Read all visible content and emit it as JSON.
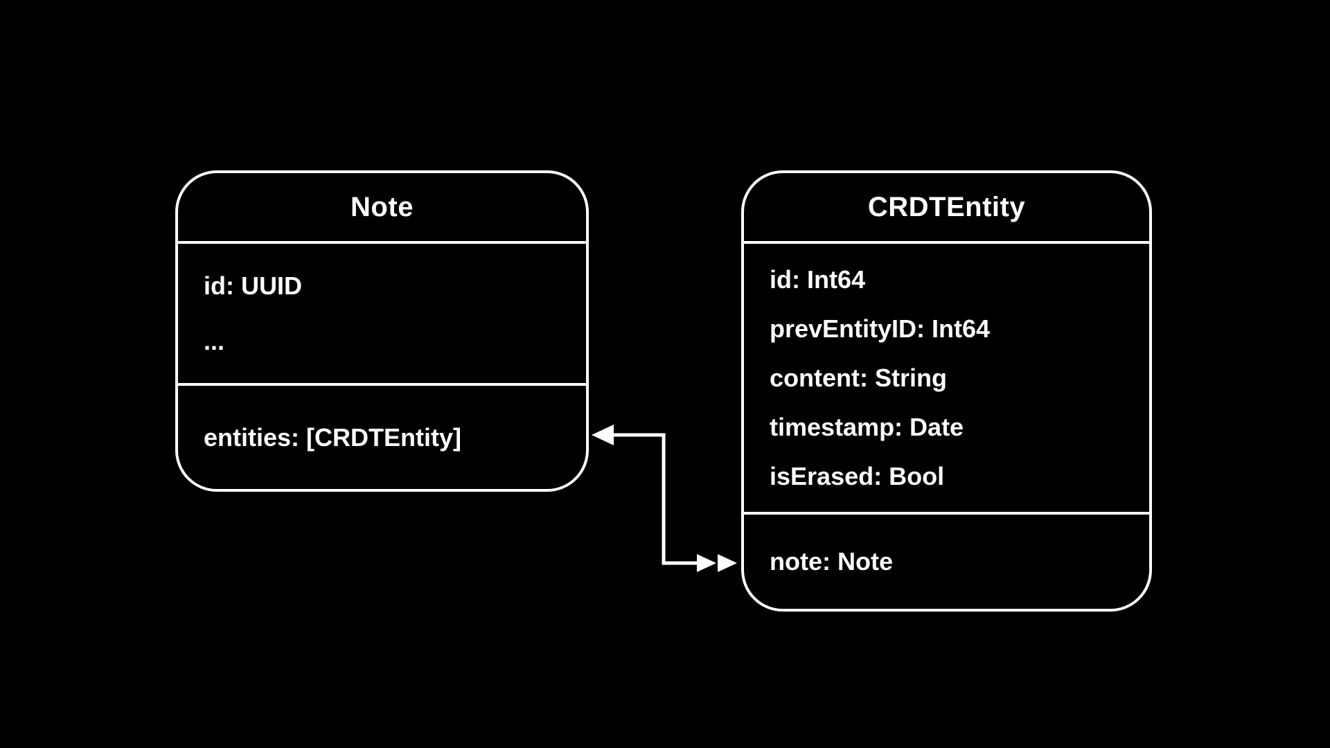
{
  "diagram": {
    "background_color": "#000000",
    "stroke_color": "#ffffff",
    "entities": [
      {
        "title": "Note",
        "sections": [
          {
            "fields": [
              "id: UUID",
              "..."
            ]
          },
          {
            "fields": [
              "entities: [CRDTEntity]"
            ]
          }
        ]
      },
      {
        "title": "CRDTEntity",
        "sections": [
          {
            "fields": [
              "id: Int64",
              "prevEntityID: Int64",
              "content: String",
              "timestamp: Date",
              "isErased: Bool"
            ]
          },
          {
            "fields": [
              "note: Note"
            ]
          }
        ]
      }
    ],
    "relationship": {
      "from_entity": "Note",
      "from_field": "entities: [CRDTEntity]",
      "to_entity": "CRDTEntity",
      "to_field": "note: Note",
      "arrowhead_at_note_end": "single",
      "arrowhead_at_crdtentity_end": "double"
    }
  }
}
